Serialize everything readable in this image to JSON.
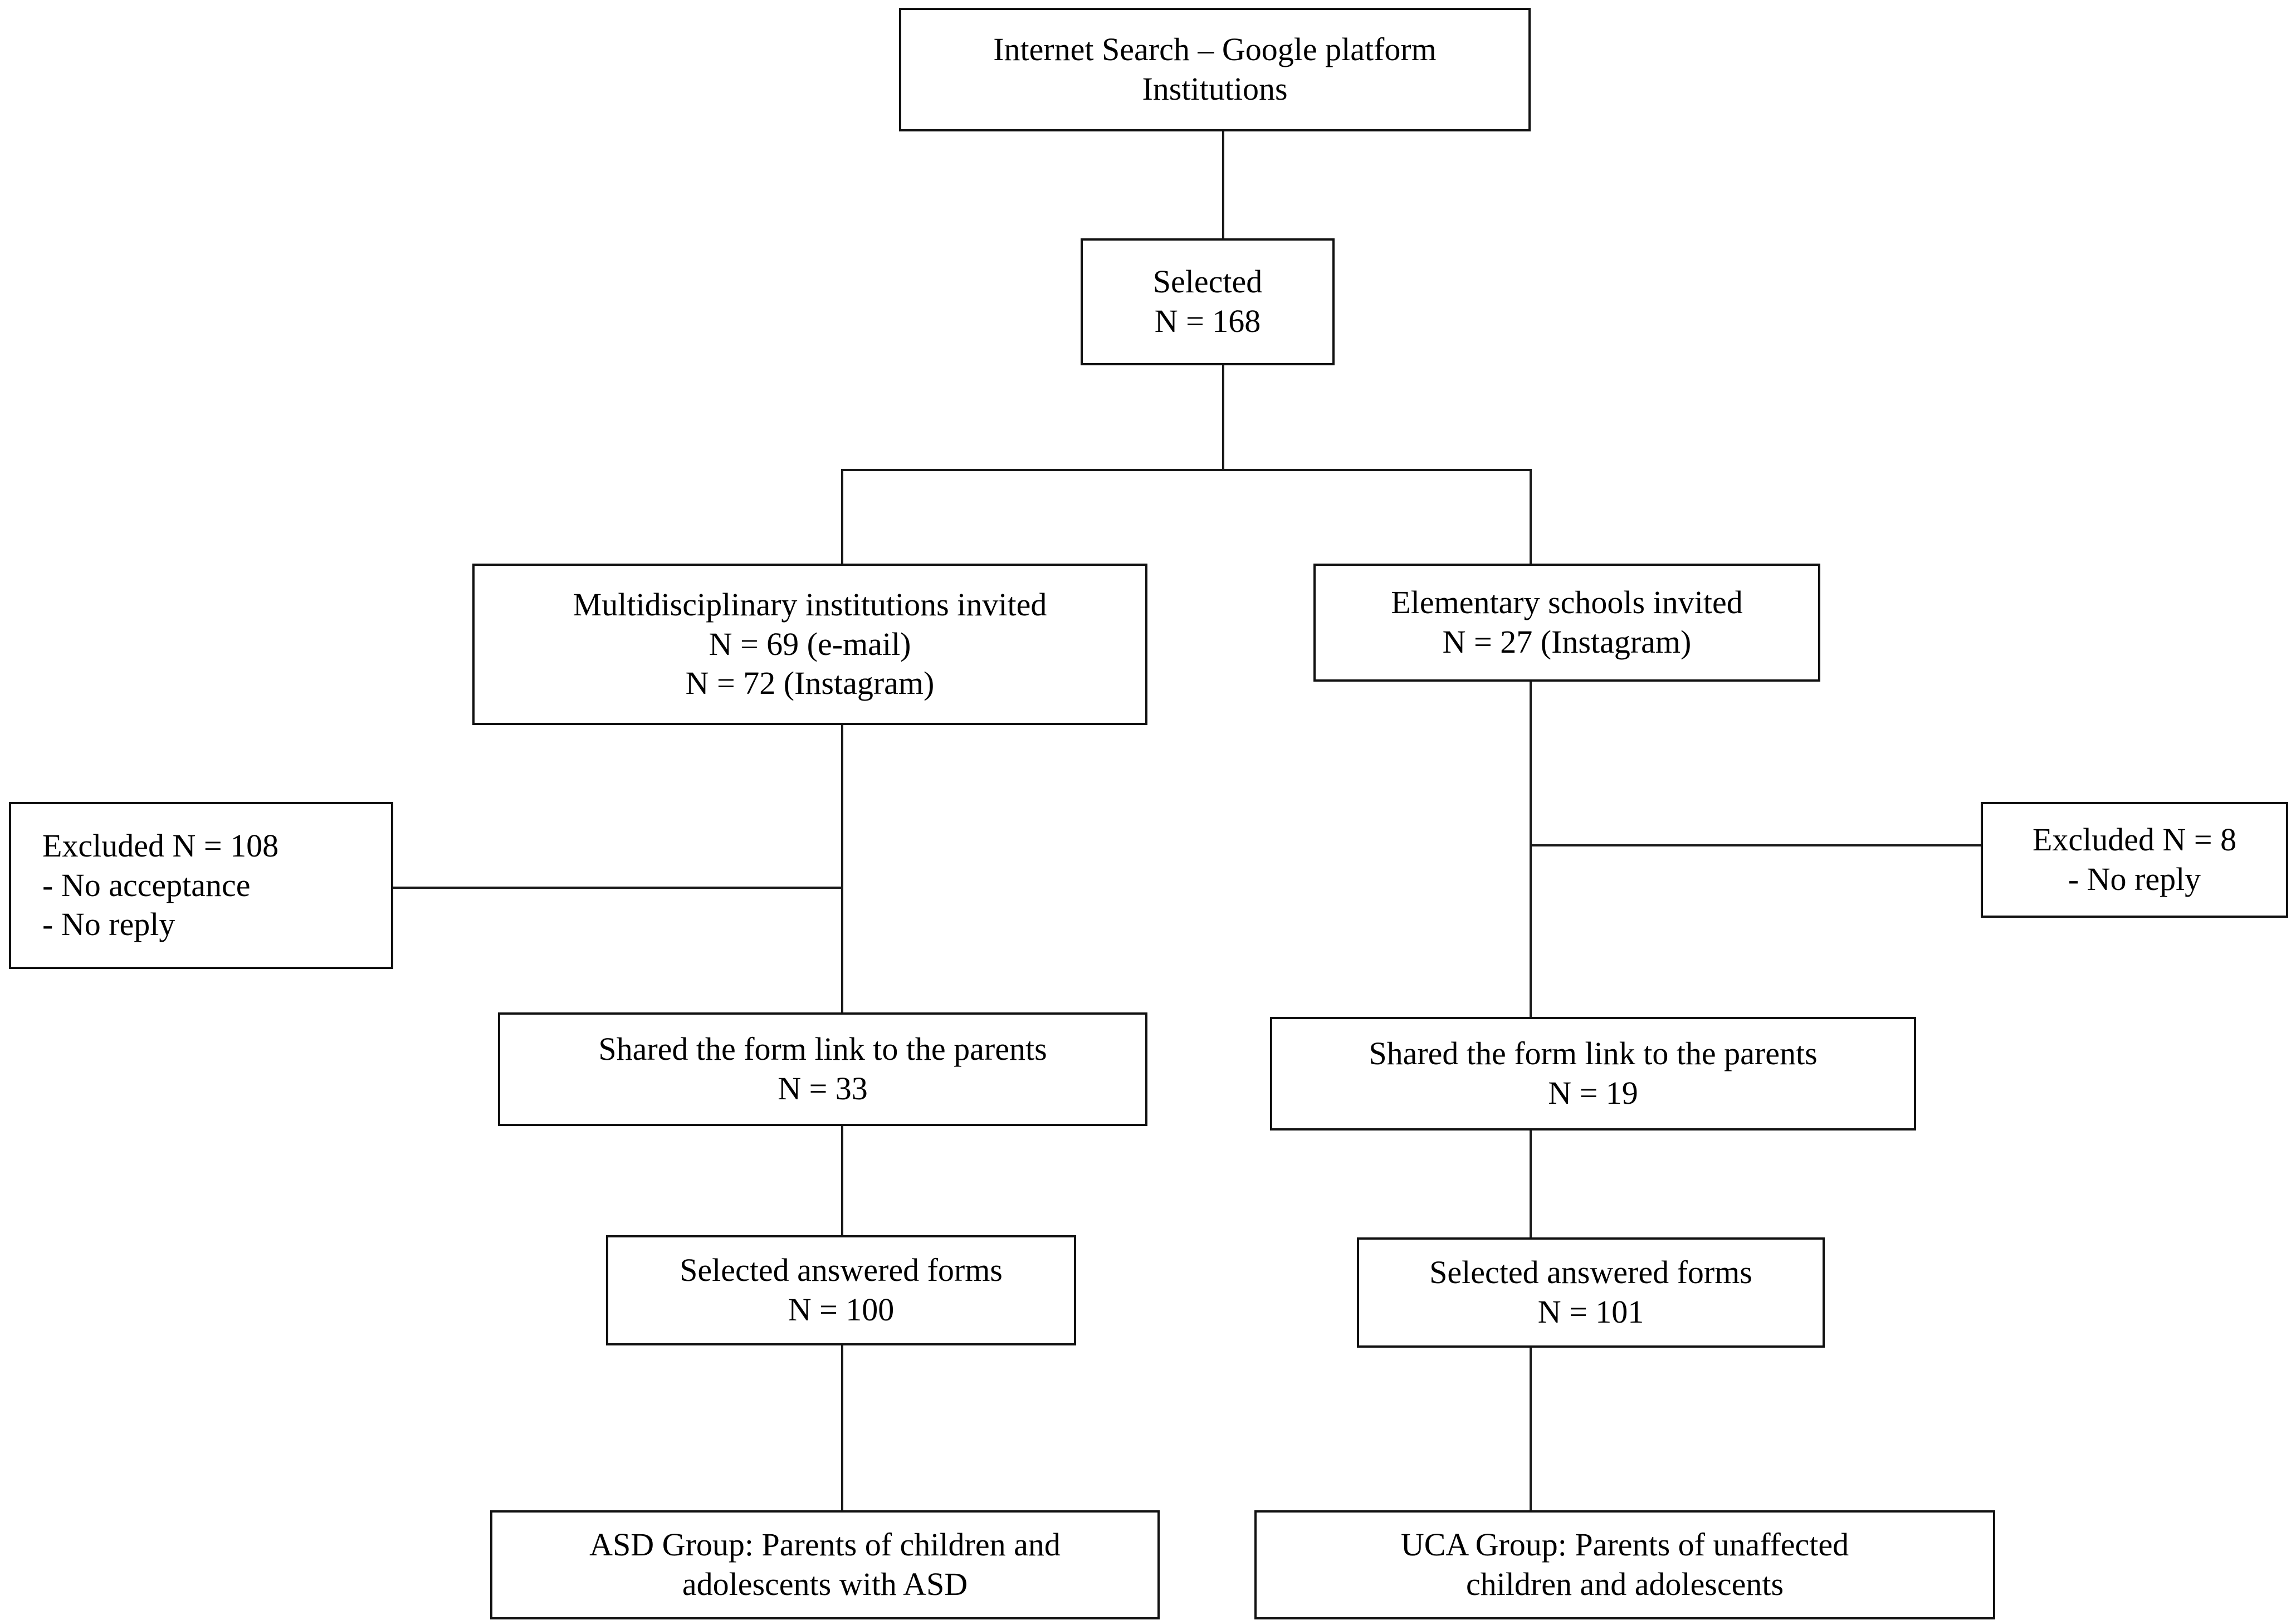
{
  "diagram": {
    "title": "Participant recruitment flowchart",
    "type": "flowchart",
    "accent_color": "#111111",
    "background_color": "#ffffff",
    "nodes": {
      "internet_search": {
        "line1": "Internet Search – Google platform",
        "line2": "Institutions"
      },
      "selected": {
        "line1": "Selected",
        "line2": "N = 168"
      },
      "multidisciplinary": {
        "line1": "Multidisciplinary institutions invited",
        "line2": "N = 69 (e-mail)",
        "line3": "N = 72 (Instagram)"
      },
      "elementary": {
        "line1": "Elementary schools invited",
        "line2": "N = 27 (Instagram)"
      },
      "excluded_left": {
        "line1": "Excluded  N = 108",
        "line2": "- No acceptance",
        "line3": "- No reply"
      },
      "excluded_right": {
        "line1": "Excluded  N = 8",
        "line2": "- No reply"
      },
      "shared_left": {
        "line1": "Shared the form link to the parents",
        "line2": "N = 33"
      },
      "shared_right": {
        "line1": "Shared the form link to the parents",
        "line2": "N = 19"
      },
      "forms_left": {
        "line1": "Selected answered forms",
        "line2": "N = 100"
      },
      "forms_right": {
        "line1": "Selected answered forms",
        "line2": "N = 101"
      },
      "group_asd": {
        "line1": "ASD Group: Parents of children and",
        "line2": "adolescents  with ASD"
      },
      "group_uca": {
        "line1": "UCA Group: Parents of unaffected",
        "line2": "children and adolescents"
      }
    }
  }
}
